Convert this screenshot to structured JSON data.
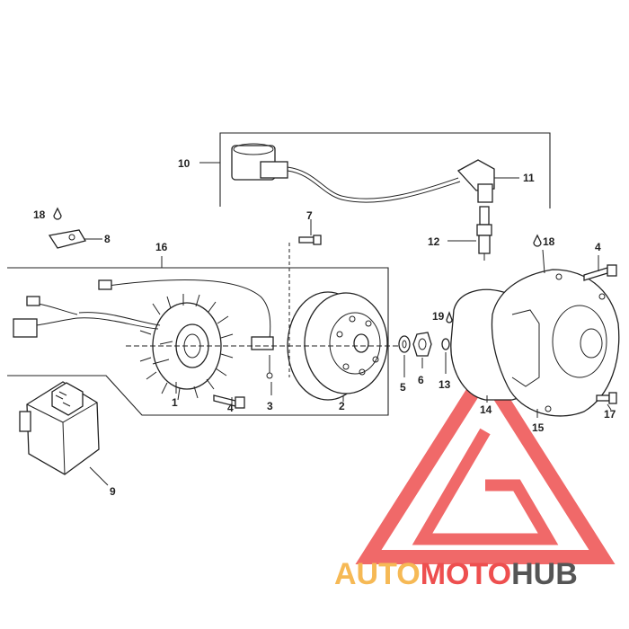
{
  "callouts": {
    "c1": "1",
    "c2": "2",
    "c3": "3",
    "c4a": "4",
    "c4b": "4",
    "c5": "5",
    "c6": "6",
    "c7": "7",
    "c8": "8",
    "c9": "9",
    "c10": "10",
    "c11": "11",
    "c12": "12",
    "c13": "13",
    "c14": "14",
    "c15": "15",
    "c16": "16",
    "c17": "17",
    "c18a": "18",
    "c18b": "18",
    "c19": "19"
  },
  "watermark": {
    "part1": "AUTO",
    "part2": "MOTO",
    "part3": "HUB",
    "colors": {
      "orange": "#f6b955",
      "red": "#ee4f4f",
      "gray": "#555555"
    }
  }
}
